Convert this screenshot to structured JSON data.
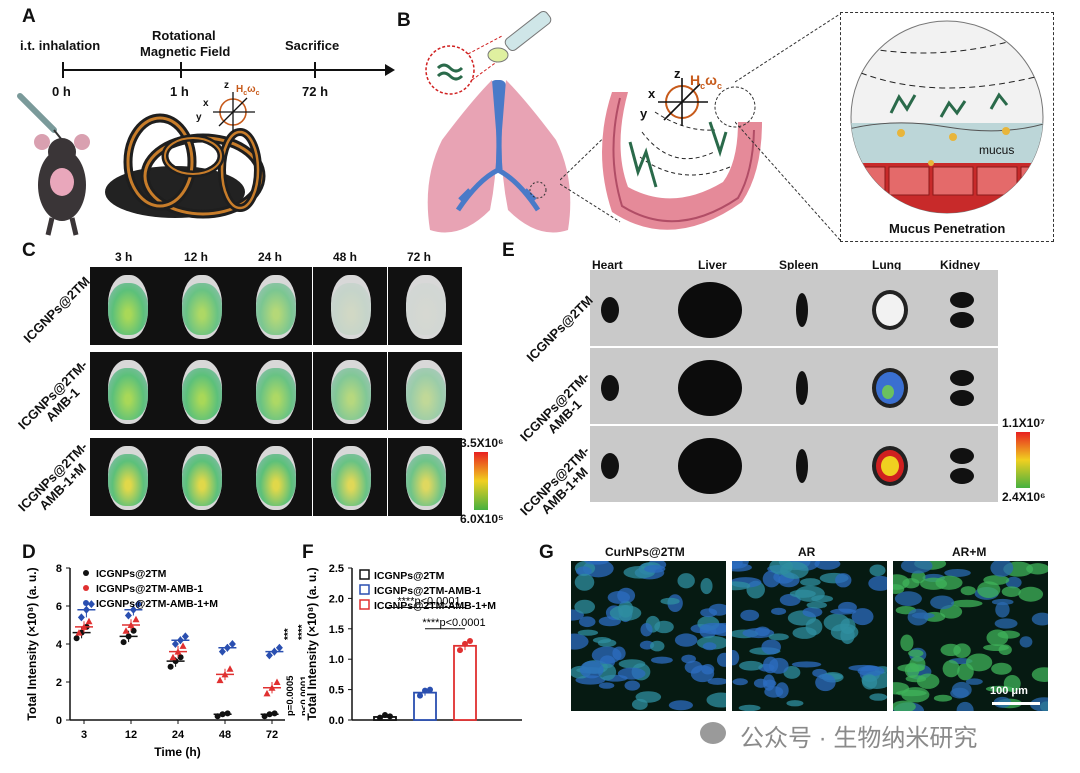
{
  "panels": {
    "A": "A",
    "B": "B",
    "C": "C",
    "D": "D",
    "E": "E",
    "F": "F",
    "G": "G"
  },
  "panel_a": {
    "events": [
      {
        "top": "i.t. inhalation",
        "time": "0 h"
      },
      {
        "top": "Rotational",
        "top2": "Magnetic Field",
        "time": "1 h"
      },
      {
        "top": "Sacrifice",
        "time": "72 h"
      }
    ],
    "axes": {
      "x": "x",
      "y": "y",
      "z": "z",
      "h": "H",
      "hsub": "c",
      "w": "ω",
      "wsub": "c"
    }
  },
  "panel_b": {
    "axes": {
      "x": "x",
      "y": "y",
      "z": "z",
      "h": "H",
      "hsub": "c",
      "w": "ω",
      "wsub": "c"
    },
    "mucus": "mucus",
    "caption": "Mucus Penetration"
  },
  "panel_c": {
    "times": [
      "3 h",
      "12 h",
      "24 h",
      "48 h",
      "72 h"
    ],
    "rows": [
      "ICGNPs@2TM",
      "ICGNPs@2TM-\nAMB-1",
      "ICGNPs@2TM-\nAMB-1+M"
    ],
    "scale_max": "3.5X10⁶",
    "scale_min": "6.0X10⁵"
  },
  "panel_e": {
    "organs": [
      "Heart",
      "Liver",
      "Spleen",
      "Lung",
      "Kidney"
    ],
    "rows": [
      "ICGNPs@2TM",
      "ICGNPs@2TM-\nAMB-1",
      "ICGNPs@2TM-\nAMB-1+M"
    ],
    "scale_max": "1.1X10⁷",
    "scale_min": "2.4X10⁶"
  },
  "panel_g": {
    "labels": [
      "CurNPs@2TM",
      "AR",
      "AR+M"
    ],
    "scalebar": "100 μm"
  },
  "watermark": "公众号 · 生物纳米研究",
  "chart_data": [
    {
      "type": "scatter",
      "panel": "D",
      "xlabel": "Time (h)",
      "ylabel": "Total Intensity (×10⁸) (a. u.)",
      "categories": [
        "3",
        "12",
        "24",
        "48",
        "72"
      ],
      "ylim": [
        0,
        8
      ],
      "yticks": [
        0,
        2,
        4,
        6,
        8
      ],
      "series": [
        {
          "name": "ICGNPs@2TM",
          "color": "#111111",
          "marker": "circle",
          "means": [
            4.6,
            4.4,
            3.1,
            0.3,
            0.3
          ],
          "points": [
            [
              4.3,
              4.6,
              4.9
            ],
            [
              4.1,
              4.4,
              4.7
            ],
            [
              2.8,
              3.1,
              3.3
            ],
            [
              0.2,
              0.3,
              0.35
            ],
            [
              0.2,
              0.3,
              0.35
            ]
          ]
        },
        {
          "name": "ICGNPs@2TM-AMB-1",
          "color": "#e03030",
          "marker": "triangle",
          "means": [
            4.9,
            5.0,
            3.6,
            2.4,
            1.7
          ],
          "points": [
            [
              4.6,
              4.9,
              5.2
            ],
            [
              4.7,
              5.0,
              5.3
            ],
            [
              3.3,
              3.6,
              3.9
            ],
            [
              2.1,
              2.4,
              2.7
            ],
            [
              1.4,
              1.7,
              2.0
            ]
          ]
        },
        {
          "name": "ICGNPs@2TM-AMB-1+M",
          "color": "#2a4fb0",
          "marker": "diamond",
          "means": [
            5.8,
            5.8,
            4.2,
            3.8,
            3.6
          ],
          "points": [
            [
              5.4,
              5.8,
              6.1
            ],
            [
              5.5,
              5.8,
              6.1
            ],
            [
              4.0,
              4.2,
              4.4
            ],
            [
              3.6,
              3.8,
              4.0
            ],
            [
              3.4,
              3.6,
              3.8
            ]
          ]
        }
      ],
      "annotations": [
        "p=0.0005",
        "p<0.0001",
        "***",
        "****"
      ]
    },
    {
      "type": "bar",
      "panel": "F",
      "ylabel": "Total Intensity (×10⁸) (a. u.)",
      "categories": [
        "ICGNPs@2TM",
        "ICGNPs@2TM-AMB-1",
        "ICGNPs@2TM-AMB-1+M"
      ],
      "values": [
        0.05,
        0.45,
        1.22
      ],
      "points": [
        [
          0.04,
          0.05,
          0.06
        ],
        [
          0.4,
          0.45,
          0.5
        ],
        [
          1.15,
          1.22,
          1.3
        ]
      ],
      "colors": [
        "#111111",
        "#2a4fb0",
        "#e03030"
      ],
      "ylim": [
        0,
        2.5
      ],
      "yticks": [
        "0.0",
        "0.5",
        "1.0",
        "1.5",
        "2.0",
        "2.5"
      ],
      "annotations": [
        "****p<0.0001",
        "****p<0.0001"
      ]
    }
  ]
}
